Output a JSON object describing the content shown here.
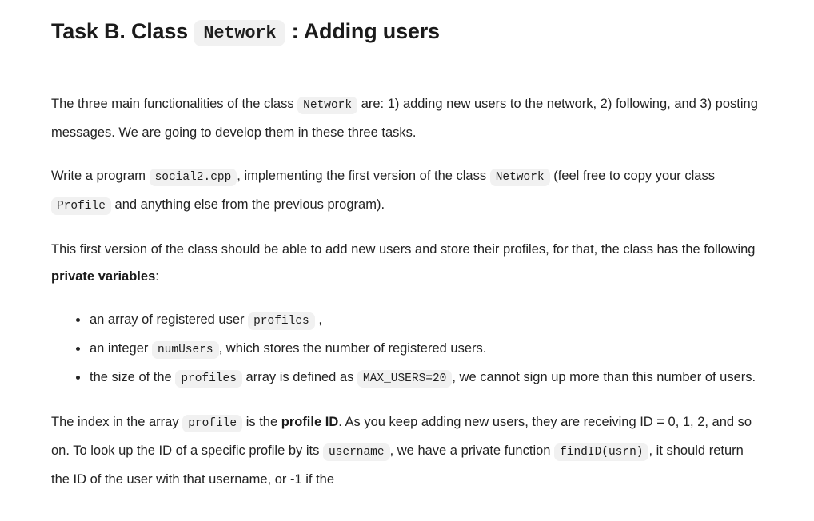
{
  "document": {
    "title": {
      "prefix": "Task B. Class",
      "code": "Network",
      "suffix": ": Adding users"
    },
    "paragraphs": {
      "intro": {
        "s1": "The three main functionalities of the class",
        "c1": "Network",
        "s2": "are: 1) adding new users to the network, 2) following, and 3) posting messages. We are going to develop them in these three tasks."
      },
      "write_program": {
        "s1": "Write a program",
        "c1": "social2.cpp",
        "s2": ", implementing the first version of the class",
        "c2": "Network",
        "s3": "(feel free to copy your class",
        "c3": "Profile",
        "s4": "and anything else from the previous program)."
      },
      "first_version": {
        "s1": "This first version of the class should be able to add new users and store their profiles, for that, the class has the following",
        "bold": "private variables",
        "s2": ":"
      },
      "profile_id": {
        "s1": "The index in the array",
        "c1": "profile",
        "s2": "is the",
        "bold": "profile ID",
        "s3": ". As you keep adding new users, they are receiving ID = 0, 1, 2, and so on. To look up the ID of a specific profile by its",
        "c2": "username",
        "s4": ", we have a private function",
        "c3": "findID(usrn)",
        "s5": ", it should return the ID of the user with that username, or -1 if the"
      }
    },
    "variables_list": [
      {
        "s1": "an array of registered user",
        "c1": "profiles",
        "s2": ","
      },
      {
        "s1": "an integer",
        "c1": "numUsers",
        "s2": ", which stores the number of registered users."
      },
      {
        "s1": "the size of the",
        "c1": "profiles",
        "s2": "array is defined as",
        "c2": "MAX_USERS=20",
        "s3": ", we cannot sign up more than this number of users."
      }
    ],
    "colors": {
      "background": "#ffffff",
      "text": "#232323",
      "heading": "#1b1b1b",
      "code_background": "#f1f1f1",
      "code_text": "#1e1e1e"
    }
  }
}
